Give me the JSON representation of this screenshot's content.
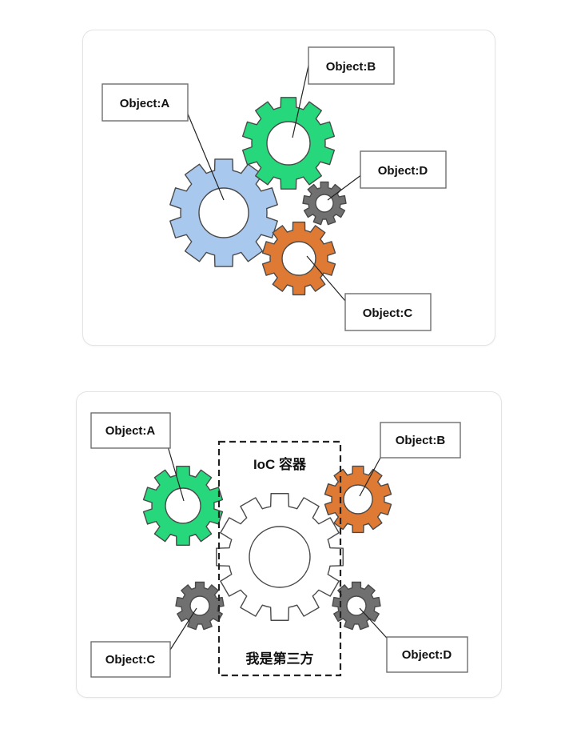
{
  "colors": {
    "blue": "#a9c8ee",
    "green": "#27d77c",
    "orange": "#de7a33",
    "gray": "#707070",
    "white_gear": "#ffffff",
    "gear_stroke": "#4a4a4a"
  },
  "diagram_top": {
    "labels": {
      "a": "Object:A",
      "b": "Object:B",
      "c": "Object:C",
      "d": "Object:D"
    }
  },
  "diagram_bottom": {
    "labels": {
      "a": "Object:A",
      "b": "Object:B",
      "c": "Object:C",
      "d": "Object:D"
    },
    "container_title": "IoC 容器",
    "container_subtitle": "我是第三方"
  }
}
